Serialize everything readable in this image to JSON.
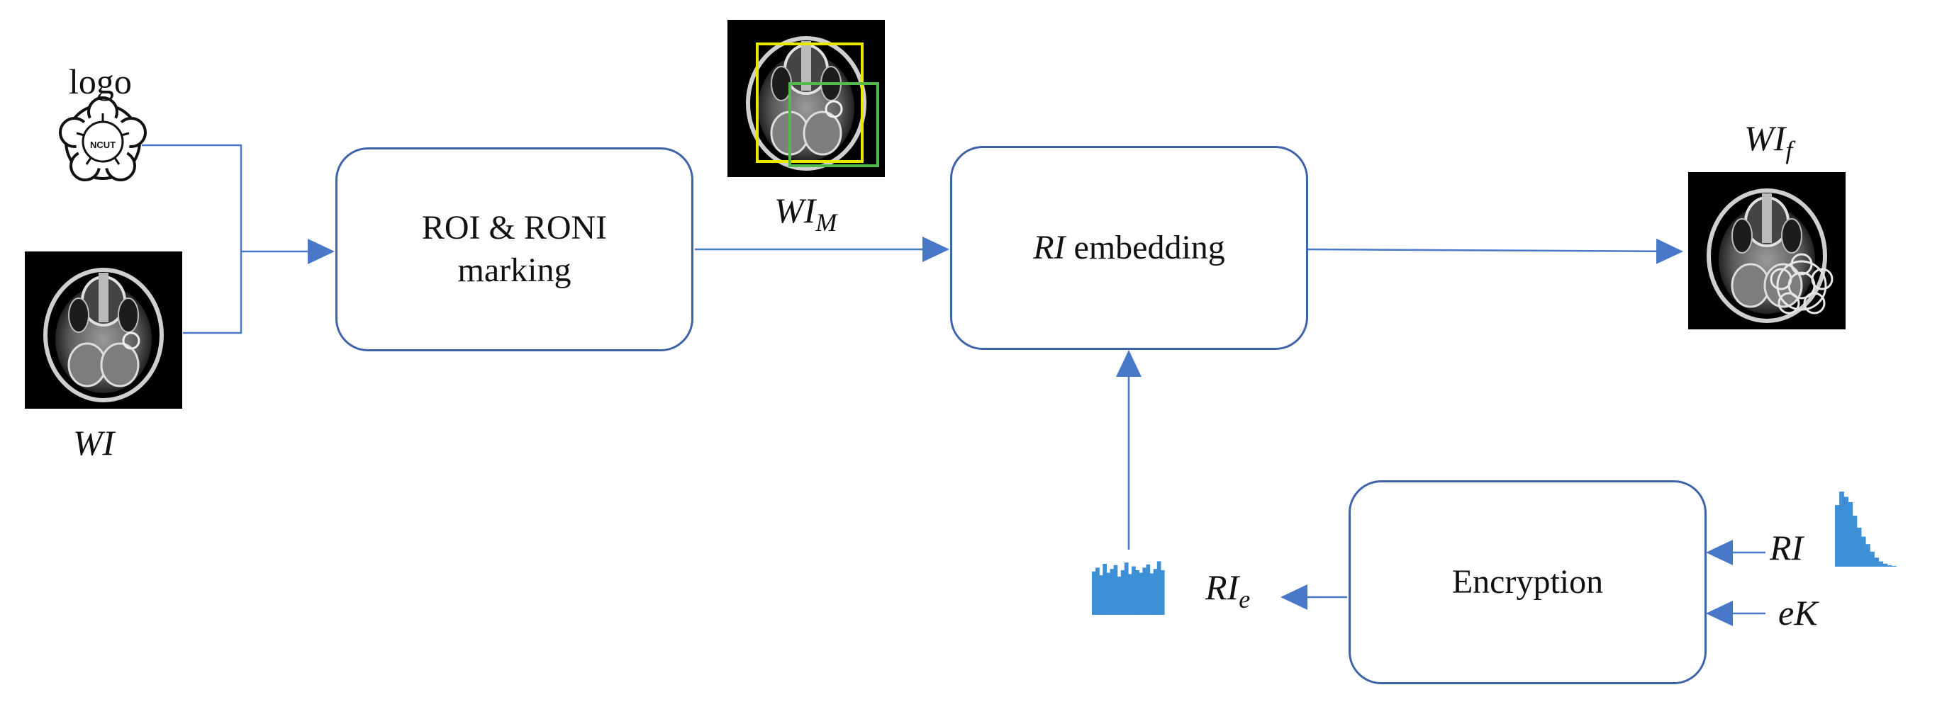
{
  "colors": {
    "connector": "#4a78c8",
    "box_border": "#3f63a8",
    "histogram": "#3d8fd6",
    "roi": "#e9e800",
    "roni": "#55b84a"
  },
  "labels": {
    "logo": "logo",
    "wi": "WI",
    "wim_main": "WI",
    "wim_sub": "M",
    "wif_main": "WI",
    "wif_sub": "f",
    "rie_main": "RI",
    "rie_sub": "e",
    "ri": "RI",
    "ek": "eK"
  },
  "boxes": {
    "marking_line1": "ROI & RONI",
    "marking_line2": "marking",
    "embedding_italic": "RI",
    "embedding_rest": " embedding",
    "encryption": "Encryption"
  },
  "logo_text": "NCUT",
  "histogram_ri": [
    0.82,
    1.0,
    0.93,
    0.86,
    0.68,
    0.52,
    0.4,
    0.3,
    0.2,
    0.12,
    0.07,
    0.04,
    0.02,
    0.01
  ],
  "histogram_rie": [
    0.68,
    0.74,
    0.62,
    0.8,
    0.66,
    0.72,
    0.78,
    0.6,
    0.7,
    0.82,
    0.64,
    0.76,
    0.7,
    0.66,
    0.74,
    0.79,
    0.65,
    0.72,
    0.84,
    0.7
  ]
}
